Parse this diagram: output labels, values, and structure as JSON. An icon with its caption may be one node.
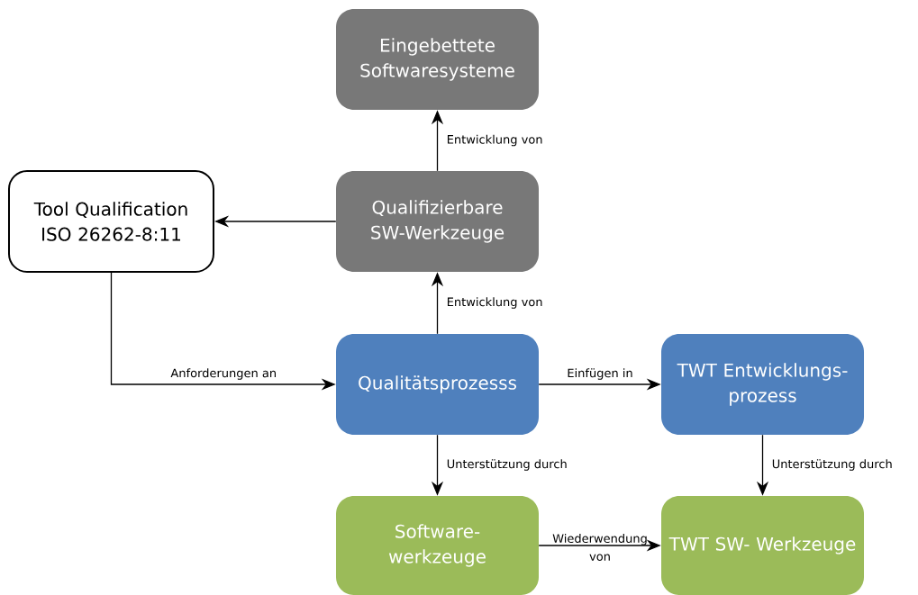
{
  "diagram": {
    "nodes": [
      {
        "text": [
          "Eingebettete Softwaresysteme"
        ]
      },
      {
        "text": [
          "Tool Qualification ISO 26262-8:11"
        ]
      },
      {
        "text": [
          "Qualifizierbare SW-Werkzeuge"
        ]
      },
      {
        "text": [
          "Qualitätsprozesss"
        ]
      },
      {
        "text": [
          "TWT Entwicklungs- prozess"
        ]
      },
      {
        "text": [
          "Software- werkzeuge"
        ]
      },
      {
        "text": [
          "TWT SW- Werkzeuge"
        ]
      }
    ],
    "edges": [
      {
        "from": 2,
        "to": 0,
        "arrow": "to",
        "label": "Entwicklung von"
      },
      {
        "from": 2,
        "to": 1,
        "arrow": "to"
      },
      {
        "from": 3,
        "to": 2,
        "arrow": "to",
        "label": "Entwicklung von"
      },
      {
        "from": 1,
        "to": 3,
        "arrow": "to",
        "label": "Anforderungen an"
      },
      {
        "from": 3,
        "to": 4,
        "arrow": "to",
        "label": "Einfügen in"
      },
      {
        "from": 3,
        "to": 5,
        "arrow": "to",
        "label": "Unterstützung durch"
      },
      {
        "from": 4,
        "to": 6,
        "arrow": "to",
        "label": "Unterstützung durch"
      },
      {
        "from": 5,
        "to": 6,
        "arrow": "to",
        "label": "Wiederwendung von"
      }
    ]
  }
}
